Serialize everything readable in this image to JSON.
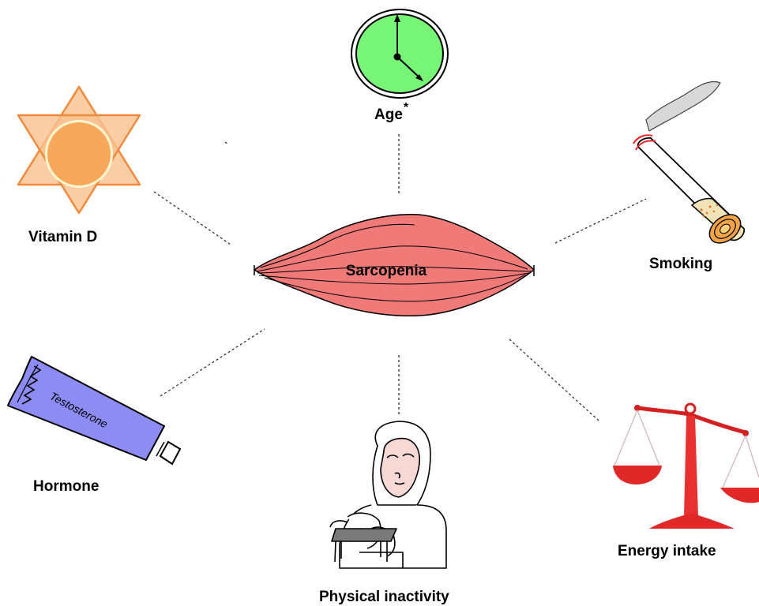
{
  "center": {
    "label": "Sarcopenia",
    "color": "#f07a78"
  },
  "factors": {
    "age": {
      "label": "Age",
      "marker": "*",
      "icon": "clock-icon",
      "color": "#76f576"
    },
    "vitamin_d": {
      "label": "Vitamin D",
      "icon": "sun-icon",
      "color": "#f8a85a"
    },
    "smoking": {
      "label": "Smoking",
      "icon": "cigarette-icon"
    },
    "hormone": {
      "label": "Hormone",
      "icon": "testosterone-tube-icon",
      "tube_text": "Testosterone",
      "color": "#8c8cf4"
    },
    "physical_inactivity": {
      "label": "Physical inactivity",
      "icon": "sleeping-person-icon"
    },
    "energy_intake": {
      "label": "Energy intake",
      "icon": "balance-scale-icon",
      "color": "#e02828"
    }
  }
}
